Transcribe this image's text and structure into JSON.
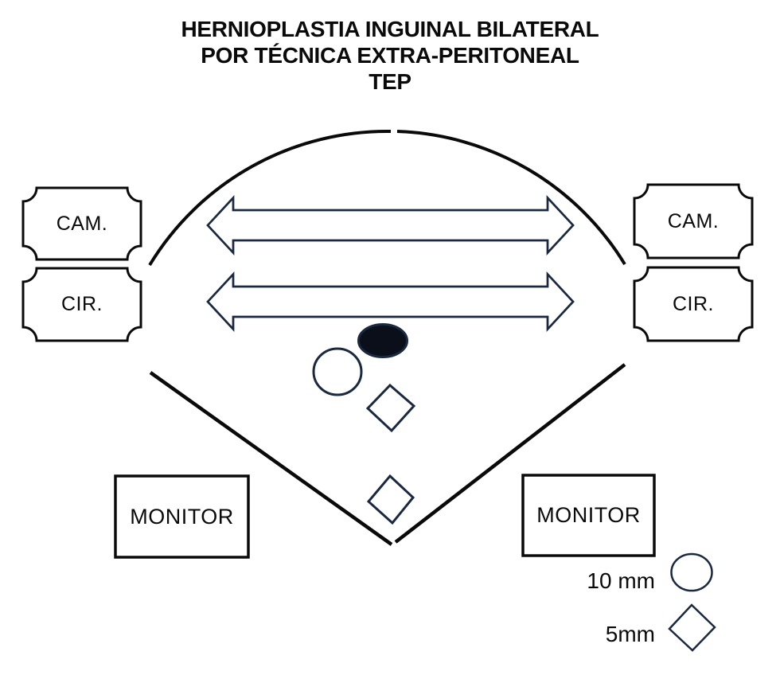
{
  "title": {
    "lines": [
      "HERNIOPLASTIA INGUINAL BILATERAL",
      "POR TÉCNICA EXTRA-PERITONEAL",
      "TEP"
    ]
  },
  "stations": {
    "left": [
      {
        "label": "CAM."
      },
      {
        "label": "CIR."
      }
    ],
    "right": [
      {
        "label": "CAM."
      },
      {
        "label": "CIR."
      }
    ]
  },
  "monitors": {
    "left_label": "MONITOR",
    "right_label": "MONITOR"
  },
  "legend": {
    "items": [
      {
        "label": "10 mm",
        "shape": "circle"
      },
      {
        "label": "5mm",
        "shape": "diamond"
      }
    ]
  },
  "shapes": {
    "filled_ellipse": "umbilical-port-filled",
    "circle_port": "10mm-port",
    "diamond_ports": [
      "5mm-port-mid",
      "5mm-port-lower"
    ],
    "arc": "patient-body-arc",
    "diagonals": "patient-leg-lines",
    "arrows": [
      "working-direction-arrow-upper",
      "working-direction-arrow-lower"
    ]
  },
  "colors": {
    "background": "#ffffff",
    "line_black": "#0a0a0a",
    "navy_stroke": "#1b2940",
    "port_fill_dark": "#0a0f1a",
    "text": "#0a0a0a"
  }
}
